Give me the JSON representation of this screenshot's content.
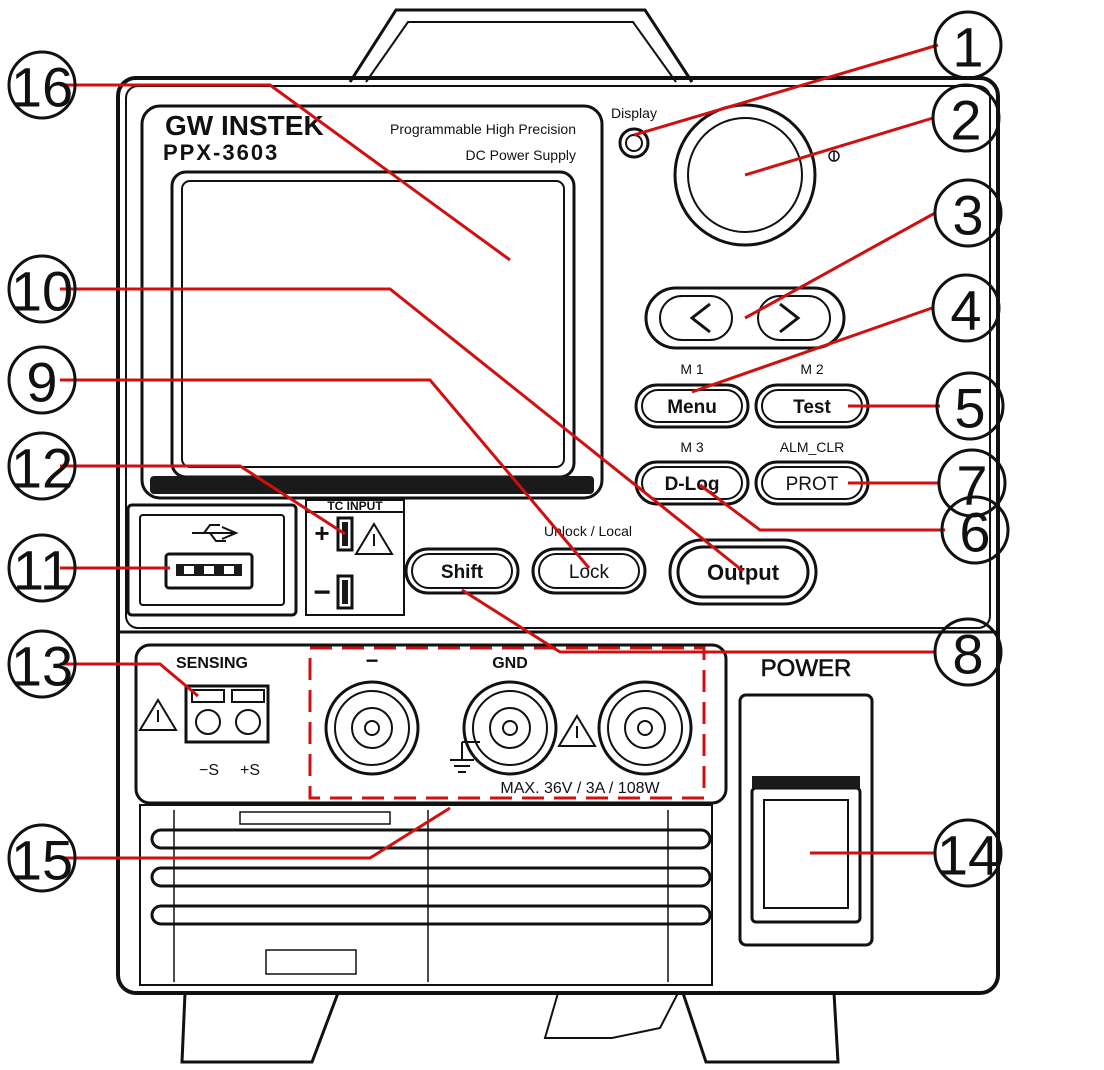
{
  "brand": {
    "logo": "GW INSTEK",
    "model": "PPX-3603",
    "desc_line1": "Programmable High Precision",
    "desc_line2": "DC Power Supply"
  },
  "labels": {
    "display": "Display",
    "m1": "M 1",
    "m2": "M 2",
    "m3": "M 3",
    "alm_clr": "ALM_CLR",
    "unlock_local": "Unlock / Local",
    "tc_input": "TC INPUT",
    "tc_plus": "+",
    "tc_minus": "−",
    "sensing": "SENSING",
    "sense_neg": "−S",
    "sense_pos": "+S",
    "out_minus": "−",
    "gnd": "GND",
    "max_rating": "MAX. 36V / 3A / 108W",
    "power": "POWER"
  },
  "buttons": {
    "menu": "Menu",
    "test": "Test",
    "dlog": "D-Log",
    "prot": "PROT",
    "shift": "Shift",
    "lock": "Lock",
    "output": "Output"
  },
  "callouts": [
    "1",
    "2",
    "3",
    "4",
    "5",
    "6",
    "7",
    "8",
    "9",
    "10",
    "11",
    "12",
    "13",
    "14",
    "15",
    "16"
  ],
  "colors": {
    "leader": "#d01010",
    "line": "#111111",
    "background": "#ffffff"
  }
}
